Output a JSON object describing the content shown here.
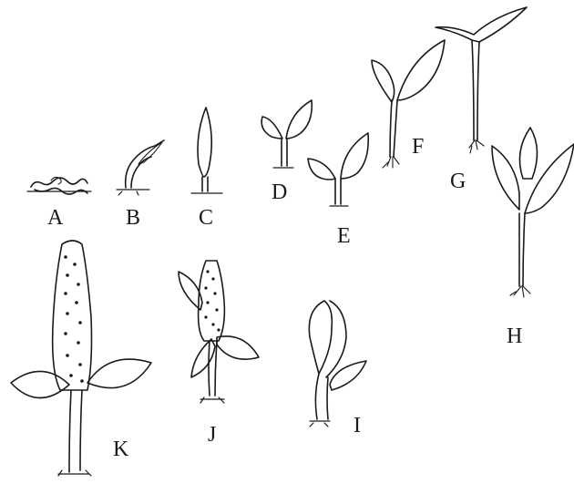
{
  "figure": {
    "stages": [
      {
        "id": "A",
        "label": "A"
      },
      {
        "id": "B",
        "label": "B"
      },
      {
        "id": "C",
        "label": "C"
      },
      {
        "id": "D",
        "label": "D"
      },
      {
        "id": "E",
        "label": "E"
      },
      {
        "id": "F",
        "label": "F"
      },
      {
        "id": "G",
        "label": "G"
      },
      {
        "id": "H",
        "label": "H"
      },
      {
        "id": "I",
        "label": "I"
      },
      {
        "id": "J",
        "label": "J"
      },
      {
        "id": "K",
        "label": "K"
      }
    ]
  }
}
